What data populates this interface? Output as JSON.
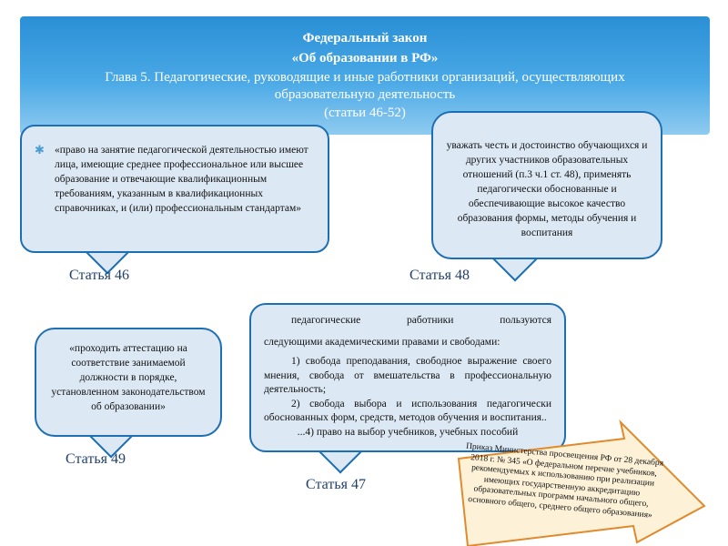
{
  "header": {
    "line1": "Федеральный закон",
    "line2": "«Об образовании в РФ»",
    "line3": "Глава 5. Педагогические, руководящие и иные работники организаций, осуществляющих образовательную деятельность",
    "line4": "(статьи 46-52)"
  },
  "article46": {
    "bullet": "✱",
    "text": "«право на занятие педагогической деятельностью имеют лица, имеющие среднее профессиональное или высшее образование и отвечающие квалификационным требованиям, указанным в квалификационных справочниках, и (или) профессиональным стандартам»",
    "label": "Статья 46"
  },
  "article48": {
    "text": "уважать честь и достоинство обучающихся и других участников образовательных отношений (п.3 ч.1 ст. 48), применять педагогически обоснованные и обеспечивающие высокое качество образования формы, методы обучения и воспитания",
    "label": "Статья 48"
  },
  "article49": {
    "text": "«проходить аттестацию на соответствие занимаемой должности в порядке, установленном законодательством об образовании»",
    "label": "Статья 49"
  },
  "article47": {
    "intro": "педагогические работники пользуются",
    "intro2": "следующими академическими правами и свободами:",
    "item1": "1) свобода преподавания, свободное выражение своего мнения, свобода от вмешательства в профессиональную деятельность;",
    "item2": "2) свобода выбора и использования педагогически обоснованных форм, средств, методов обучения и воспитания..",
    "item4": "...4) право на выбор учебников, учебных пособий",
    "label": "Статья 47"
  },
  "arrow_note": {
    "text": "Приказ Министерства просвещения РФ от 28 декабря 2018 г. № 345 «О федеральном перечне учебников, рекомендуемых к использованию при реализации имеющих государственную аккредитацию образовательных программ начального общего, основного общего, среднего общего образования»"
  },
  "colors": {
    "header": "#2a8fd6",
    "bubble_fill": "#dce8f4",
    "bubble_border": "#1d6fb3",
    "arrow_fill": "#fdf2d8",
    "arrow_border": "#e08a2c"
  }
}
